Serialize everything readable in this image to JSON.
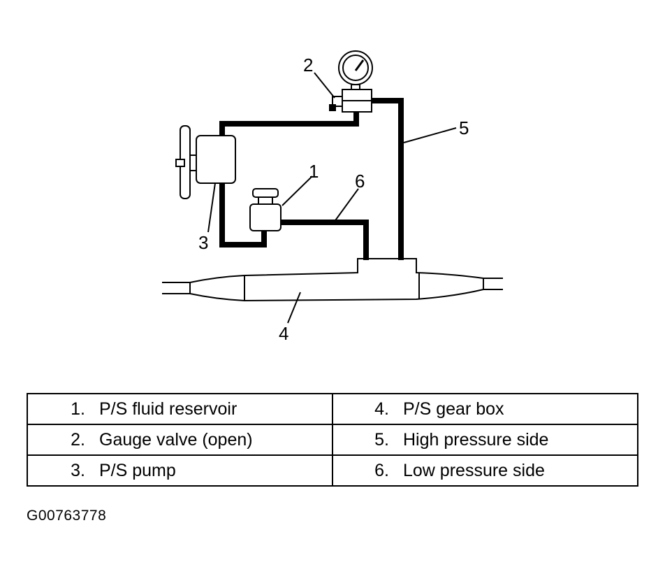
{
  "callouts": {
    "c1": "1",
    "c2": "2",
    "c3": "3",
    "c4": "4",
    "c5": "5",
    "c6": "6"
  },
  "legend": {
    "rows": [
      {
        "left": {
          "num": "1.",
          "label": "P/S fluid reservoir"
        },
        "right": {
          "num": "4.",
          "label": "P/S gear box"
        }
      },
      {
        "left": {
          "num": "2.",
          "label": "Gauge valve (open)"
        },
        "right": {
          "num": "5.",
          "label": "High pressure side"
        }
      },
      {
        "left": {
          "num": "3.",
          "label": "P/S pump"
        },
        "right": {
          "num": "6.",
          "label": "Low pressure side"
        }
      }
    ]
  },
  "figure_id": "G00763778"
}
